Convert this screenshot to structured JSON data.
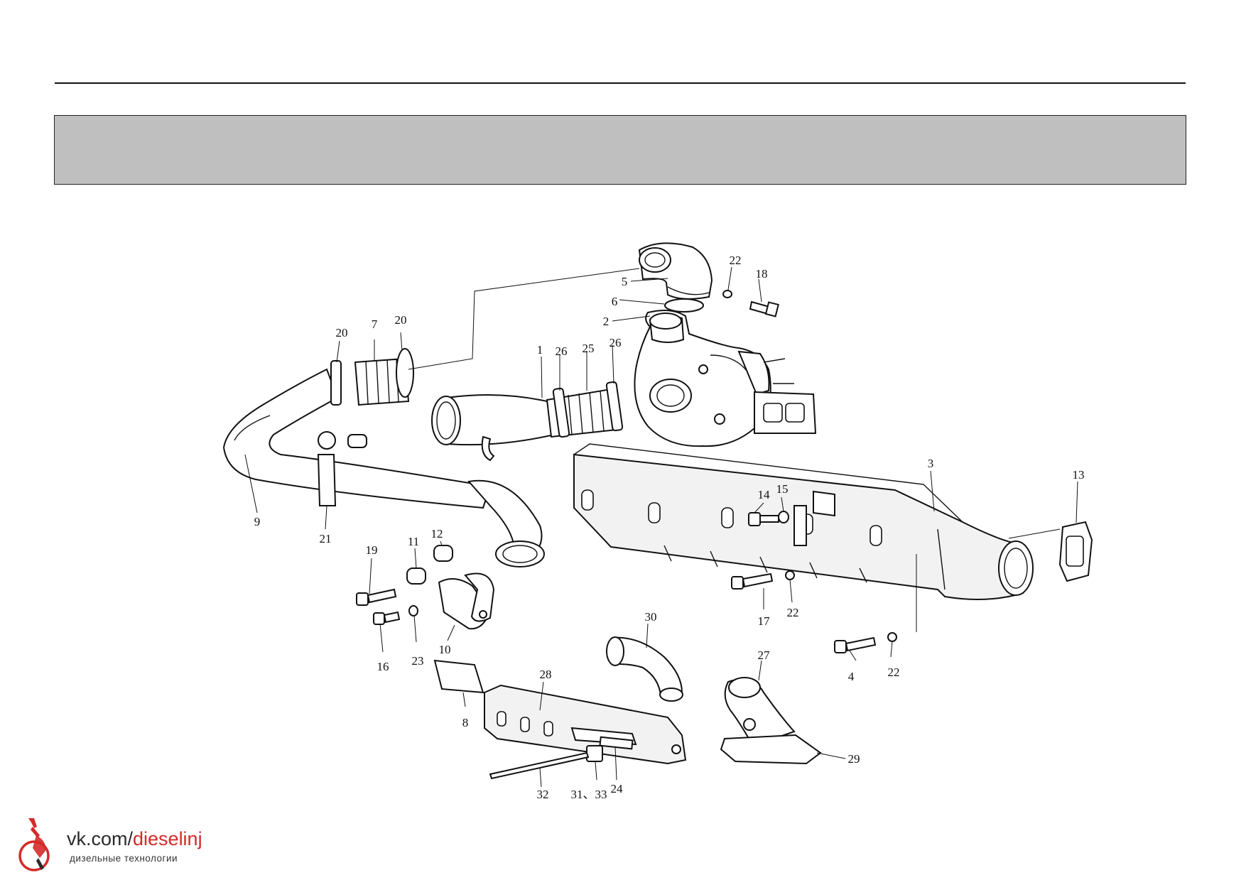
{
  "title_band": {
    "text": ""
  },
  "diagram": {
    "callouts": [
      {
        "id": "c1",
        "text": "1"
      },
      {
        "id": "c2",
        "text": "2"
      },
      {
        "id": "c3",
        "text": "3"
      },
      {
        "id": "c4",
        "text": "4"
      },
      {
        "id": "c5",
        "text": "5"
      },
      {
        "id": "c6",
        "text": "6"
      },
      {
        "id": "c7",
        "text": "7"
      },
      {
        "id": "c8",
        "text": "8"
      },
      {
        "id": "c9",
        "text": "9"
      },
      {
        "id": "c10",
        "text": "10"
      },
      {
        "id": "c11",
        "text": "11"
      },
      {
        "id": "c12",
        "text": "12"
      },
      {
        "id": "c13",
        "text": "13"
      },
      {
        "id": "c14",
        "text": "14"
      },
      {
        "id": "c15",
        "text": "15"
      },
      {
        "id": "c16",
        "text": "16"
      },
      {
        "id": "c17",
        "text": "17"
      },
      {
        "id": "c18",
        "text": "18"
      },
      {
        "id": "c19",
        "text": "19"
      },
      {
        "id": "c20a",
        "text": "20"
      },
      {
        "id": "c20b",
        "text": "20"
      },
      {
        "id": "c21",
        "text": "21"
      },
      {
        "id": "c22a",
        "text": "22"
      },
      {
        "id": "c22b",
        "text": "22"
      },
      {
        "id": "c22c",
        "text": "22"
      },
      {
        "id": "c23",
        "text": "23"
      },
      {
        "id": "c24",
        "text": "24"
      },
      {
        "id": "c25",
        "text": "25"
      },
      {
        "id": "c26a",
        "text": "26"
      },
      {
        "id": "c26b",
        "text": "26"
      },
      {
        "id": "c27",
        "text": "27"
      },
      {
        "id": "c28",
        "text": "28"
      },
      {
        "id": "c29",
        "text": "29"
      },
      {
        "id": "c30",
        "text": "30"
      },
      {
        "id": "c3133",
        "text": "31、33"
      },
      {
        "id": "c32",
        "text": "32"
      }
    ]
  },
  "watermark": {
    "url_prefix": "vk.com/",
    "url_accent": "dieselinj",
    "subtitle": "дизельные технологии",
    "icon": "fuel-injector-icon",
    "colors": {
      "accent": "#d42a2a",
      "text": "#2b2b2b"
    }
  }
}
